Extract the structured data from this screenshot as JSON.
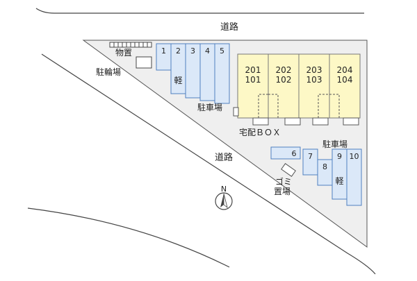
{
  "roads": {
    "top_label": "道路",
    "diagonal_label": "道路"
  },
  "facilities": {
    "storage_label": "物置",
    "bicycle_parking_label": "駐輪場",
    "parking_label_top": "駐車場",
    "parking_label_right": "駐車場",
    "delivery_box_label": "宅配ＢＯＸ",
    "garbage_label_line1": "ゴミ",
    "garbage_label_line2": "置場",
    "compass_label": "N"
  },
  "parking_top": {
    "spaces": [
      "1",
      "2",
      "3",
      "4",
      "5"
    ],
    "kei_label": "軽"
  },
  "parking_right": {
    "spaces": [
      "6",
      "7",
      "8",
      "9",
      "10"
    ],
    "kei_label": "軽"
  },
  "building": {
    "units": [
      {
        "upper": "201",
        "lower": "101"
      },
      {
        "upper": "202",
        "lower": "102"
      },
      {
        "upper": "203",
        "lower": "103"
      },
      {
        "upper": "204",
        "lower": "104"
      }
    ]
  },
  "colors": {
    "site_fill": "#efefef",
    "parking_fill": "#dbe8f8",
    "parking_stroke": "#4f7fbf",
    "building_fill": "#fdf8c6",
    "building_stroke": "#777777",
    "line": "#444444"
  }
}
